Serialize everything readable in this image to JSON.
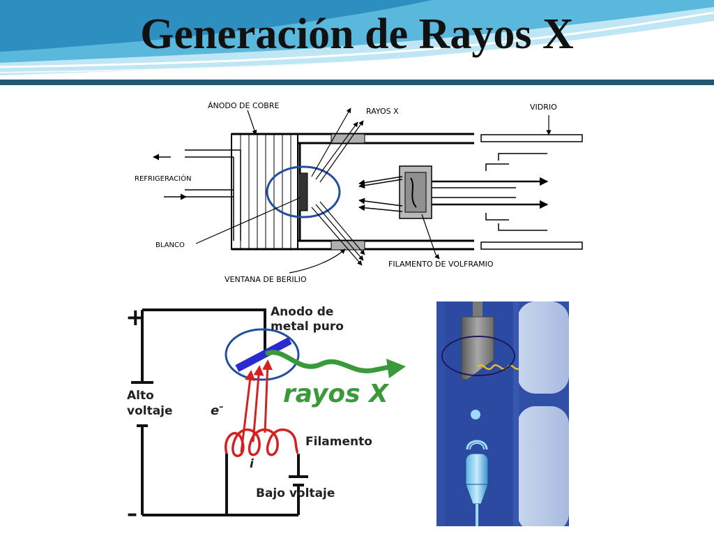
{
  "slide": {
    "title": "Generación de Rayos X"
  },
  "top_diagram": {
    "labels": {
      "anode": "ÁNODO DE COBRE",
      "xrays": "RAYOS X",
      "glass": "VIDRIO",
      "cooling": "REFRIGERACIÓN",
      "target": "BLANCO",
      "filament": "FILAMENTO DE VOLFRAMIO",
      "window": "VENTANA DE BERILIO"
    }
  },
  "circuit_diagram": {
    "labels": {
      "plus": "+",
      "minus": "–",
      "anode_line1": "Anodo de",
      "anode_line2": "metal puro",
      "xrays": "rayos X",
      "high_voltage_line1": "Alto",
      "high_voltage_line2": "voltaje",
      "electron": "e",
      "electron_sup": "–",
      "filament": "Filamento",
      "current": "i",
      "low_voltage": "Bajo voltaje"
    },
    "colors": {
      "anode": "#2a2ad0",
      "xray_wave": "#3a9a3a",
      "electrons": "#d42020",
      "highlight": "#1f4f9e"
    }
  },
  "tube_illustration": {
    "colors": {
      "background": "#3050a8",
      "glass": "#b8c8e8",
      "anode": "#8a8a8a",
      "xray": "#e8c020"
    }
  }
}
